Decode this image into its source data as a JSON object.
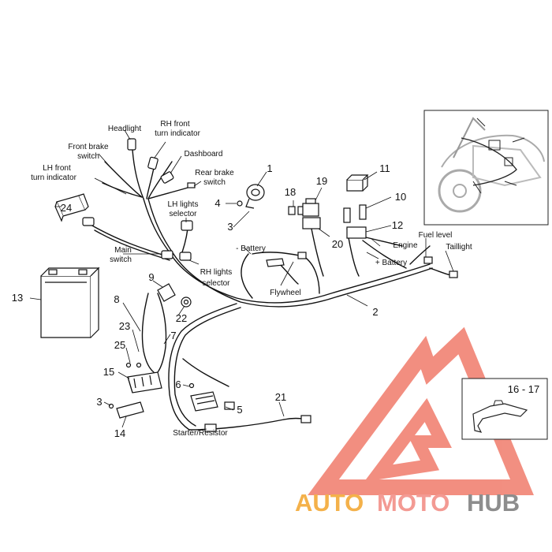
{
  "diagram": {
    "labels": {
      "headlight": "Headlight",
      "rh_front_1": "RH front",
      "rh_front_2": "turn indicator",
      "front_brake_1": "Front brake",
      "front_brake_2": "switch",
      "dashboard": "Dashboard",
      "lh_front_1": "LH front",
      "lh_front_2": "turn indicator",
      "rear_brake_1": "Rear brake",
      "rear_brake_2": "switch",
      "lh_lights_1": "LH lights",
      "lh_lights_2": "selector",
      "minus_battery": "- Battery",
      "main_switch_1": "Main",
      "main_switch_2": "switch",
      "rh_lights_1": "RH lights",
      "rh_lights_2": "selector",
      "flywheel": "Flywheel",
      "engine": "Engine",
      "plus_battery": "+ Battery",
      "fuel_level": "Fuel level",
      "taillight": "Taillight",
      "starter_resistor": "Starter/Resistor"
    },
    "numbers": {
      "n1": "1",
      "n2": "2",
      "n3a": "3",
      "n3b": "3",
      "n4": "4",
      "n5": "5",
      "n6": "6",
      "n7": "7",
      "n8": "8",
      "n9": "9",
      "n10": "10",
      "n11": "11",
      "n12": "12",
      "n13": "13",
      "n14": "14",
      "n15": "15",
      "n16_17": "16 - 17",
      "n18": "18",
      "n19": "19",
      "n20": "20",
      "n21": "21",
      "n22": "22",
      "n23": "23",
      "n24": "24",
      "n25": "25"
    }
  },
  "watermark": {
    "auto": "AUTO",
    "moto": "MOTO",
    "hub": "HUB",
    "colors": {
      "auto": "#f4b14a",
      "moto": "#f39a93",
      "hub": "#8d8d8d",
      "logo": "#f07b6b"
    }
  }
}
